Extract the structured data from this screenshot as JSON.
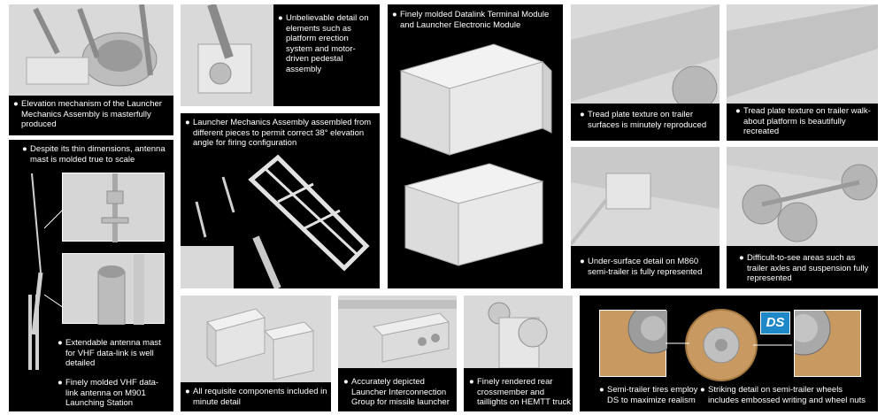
{
  "colors": {
    "panel_bg": "#000000",
    "text": "#ffffff",
    "model_grey": "#d9d9d9",
    "tire_tan": "#c89a62",
    "logo_blue": "#1e88c8"
  },
  "bullet": "●",
  "captions": {
    "elevation": "Elevation mechanism of the Launcher Mechanics Assembly is masterfully produced",
    "platform": "Unbelievable detail on elements such as platform erection system and motor-driven pedestal assembly",
    "datalink": "Finely molded Datalink Terminal Module and Launcher Electronic Module",
    "tread1": "Tread plate texture on trailer surfaces is minutely reproduced",
    "tread2": "Tread plate texture on trailer walk-about platform is beautifully recreated",
    "mast": "Despite its thin dimensions, antenna mast is molded true to scale",
    "lma": "Launcher Mechanics Assembly assembled from different pieces to permit correct 38° elevation angle for firing configuration",
    "undersurface": "Under-surface detail on M860 semi-trailer is fully represented",
    "axles": "Difficult-to-see areas such as trailer axles and suspension fully represented",
    "extend": "Extendable antenna mast for VHF data-link is well detailed",
    "vhf": "Finely molded VHF data-link antenna on M901 Launching Station",
    "components": "All requisite components included in minute detail",
    "interconnection": "Accurately depicted Launcher Interconnection Group for missile launcher",
    "taillights": "Finely rendered rear crossmember and taillights on HEMTT truck",
    "tires": "Semi-trailer tires employ DS to maximize realism",
    "wheels": "Striking detail on semi-trailer wheels includes embossed writing and wheel nuts"
  },
  "logo": {
    "text": "DS"
  }
}
